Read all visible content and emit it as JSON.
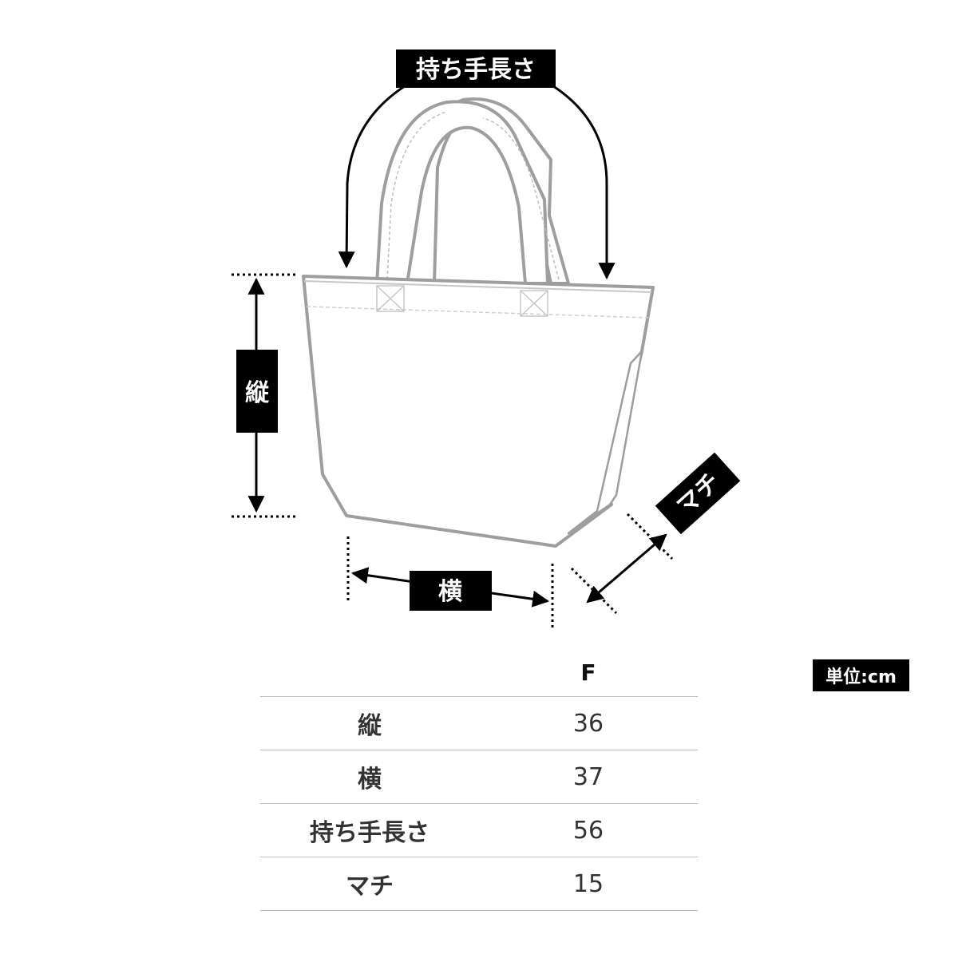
{
  "diagram": {
    "labels": {
      "handle_length": "持ち手長さ",
      "height": "縦",
      "width": "横",
      "gusset": "マチ"
    }
  },
  "unit": "単位:cm",
  "table": {
    "size_header": "F",
    "rows": [
      {
        "label": "縦",
        "value": "36"
      },
      {
        "label": "横",
        "value": "37"
      },
      {
        "label": "持ち手長さ",
        "value": "56"
      },
      {
        "label": "マチ",
        "value": "15"
      }
    ]
  },
  "colors": {
    "outline": "#9e9e9e",
    "label_bg": "#000000",
    "label_text": "#ffffff",
    "rule": "#bdbdbd"
  }
}
